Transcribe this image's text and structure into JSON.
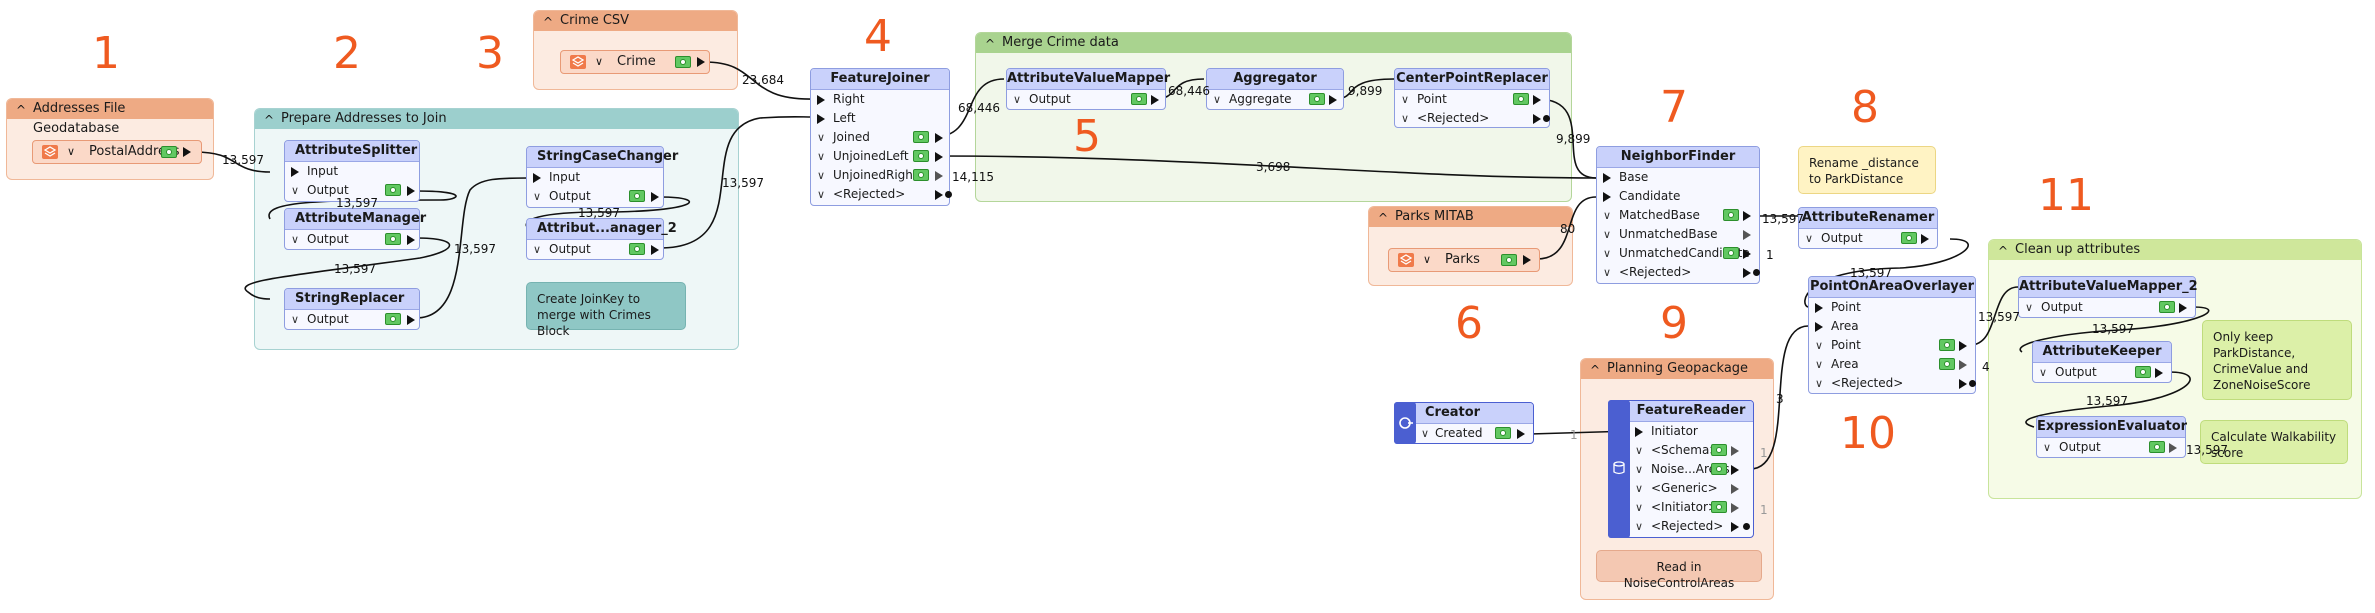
{
  "colors": {
    "step_number": "#ef5a20",
    "transformer_header": "#c9d1fb",
    "reader_fill": "#fbd9c8",
    "port_eye": "#62c862"
  },
  "icons": {
    "reader": "database-stack-icon",
    "creator": "creator-icon",
    "enabled_port": "eye-icon",
    "output_port": "triangle-right-icon",
    "collapse": "chevron-up-icon",
    "expand": "chevron-down-icon"
  },
  "step_numbers": [
    "1",
    "2",
    "3",
    "4",
    "5",
    "6",
    "7",
    "8",
    "9",
    "10",
    "11"
  ],
  "bookmarks": {
    "addresses": "Addresses File Geodatabase",
    "prepare": "Prepare Addresses to Join",
    "crime_csv": "Crime CSV",
    "merge": "Merge Crime data",
    "parks": "Parks MITAB",
    "planning": "Planning Geopackage",
    "cleanup": "Clean up attributes"
  },
  "readers": {
    "postal": "PostalAddress",
    "crime": "Crime",
    "parks": "Parks"
  },
  "transformers": {
    "splitter": {
      "name": "AttributeSplitter",
      "ports": [
        "Input",
        "Output"
      ]
    },
    "manager": {
      "name": "AttributeManager",
      "ports": [
        "Output"
      ]
    },
    "replacer": {
      "name": "StringReplacer",
      "ports": [
        "Output"
      ]
    },
    "casechanger": {
      "name": "StringCaseChanger",
      "ports": [
        "Input",
        "Output"
      ]
    },
    "manager2": {
      "name": "Attribut...anager_2",
      "ports": [
        "Output"
      ]
    },
    "joiner": {
      "name": "FeatureJoiner",
      "ports": [
        "Right",
        "Left",
        "Joined",
        "UnjoinedLeft",
        "UnjoinedRight",
        "<Rejected>"
      ]
    },
    "avm": {
      "name": "AttributeValueMapper",
      "ports": [
        "Output"
      ]
    },
    "aggregator": {
      "name": "Aggregator",
      "ports": [
        "Aggregate"
      ]
    },
    "cpr": {
      "name": "CenterPointReplacer",
      "ports": [
        "Point",
        "<Rejected>"
      ]
    },
    "neighbor": {
      "name": "NeighborFinder",
      "ports": [
        "Base",
        "Candidate",
        "MatchedBase",
        "UnmatchedBase",
        "UnmatchedCandidate",
        "<Rejected>"
      ]
    },
    "renamer": {
      "name": "AttributeRenamer",
      "ports": [
        "Output"
      ]
    },
    "overlayer": {
      "name": "PointOnAreaOverlayer",
      "ports": [
        "Point",
        "Area",
        "Point",
        "Area",
        "<Rejected>"
      ]
    },
    "avm2": {
      "name": "AttributeValueMapper_2",
      "ports": [
        "Output"
      ]
    },
    "keeper": {
      "name": "AttributeKeeper",
      "ports": [
        "Output"
      ]
    },
    "evaluator": {
      "name": "ExpressionEvaluator",
      "ports": [
        "Output"
      ]
    },
    "creator": {
      "name": "Creator",
      "ports": [
        "Created"
      ]
    },
    "freader": {
      "name": "FeatureReader",
      "ports": [
        "Initiator",
        "<Schema>",
        "Noise...Areas",
        "<Generic>",
        "<Initiator>",
        "<Rejected>"
      ]
    }
  },
  "notes": {
    "joinkey": "Create JoinKey to merge with Crimes Block",
    "rename": "Rename _distance to ParkDistance",
    "keep": "Only keep ParkDistance, CrimeValue and ZoneNoiseScore",
    "walk": "Calculate Walkability score",
    "noise": "Read in NoiseControlAreas"
  },
  "counts": {
    "postal_out": "13,597",
    "splitter_out": "13,597",
    "manager_out": "13,597",
    "replacer_out": "13,597",
    "casechanger_out": "13,597",
    "manager2_out": "13,597",
    "crime_out": "23,684",
    "joined": "68,446",
    "unjoined_left": "3,698",
    "unjoined_right": "14,115",
    "avm_out": "68,446",
    "agg_out": "9,899",
    "cpr_out": "9,899",
    "parks_out": "80",
    "matched_base": "13,597",
    "unmatched_candidate": "1",
    "renamer_out": "13,597",
    "noise_areas": "3",
    "creator_out": "1",
    "schema_count": "1",
    "initiator_count": "1",
    "overlay_point": "13,597",
    "overlay_area": "4",
    "avm2_out": "13,597",
    "keeper_out": "13,597",
    "evaluator_out": "13,597"
  }
}
